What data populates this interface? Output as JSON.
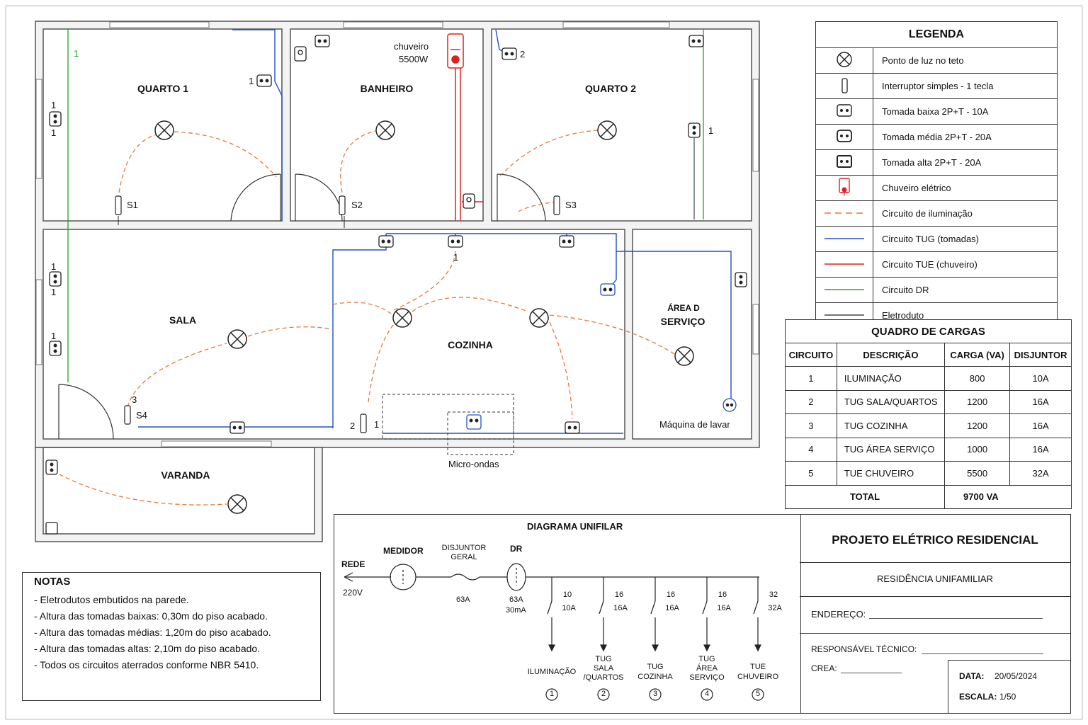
{
  "rooms": {
    "quarto1": "QUARTO 1",
    "banheiro": "BANHEIRO",
    "quarto2": "QUARTO 2",
    "sala": "SALA",
    "cozinha": "COZINHA",
    "servico_top": "ÁREA D",
    "servico": "SERVIÇO",
    "varanda": "VARANDA"
  },
  "plan_labels": {
    "chuveiro": "chuveiro",
    "chuveiro_power": "5500W",
    "maquina": "Máquina de lavar",
    "micro": "Micro-ondas",
    "s1": "S1",
    "s2": "S2",
    "s3": "S3",
    "s4": "S4",
    "one": "1",
    "two": "2",
    "three": "3"
  },
  "legend": {
    "title": "LEGENDA",
    "items": [
      {
        "symbol": "ceiling-light-icon",
        "label": "Ponto de luz no teto"
      },
      {
        "symbol": "switch-icon",
        "label": "Interruptor simples - 1 tecla"
      },
      {
        "symbol": "outlet-low-icon",
        "label": "Tomada baixa 2P+T - 10A"
      },
      {
        "symbol": "outlet-mid-icon",
        "label": "Tomada média 2P+T - 20A"
      },
      {
        "symbol": "outlet-high-icon",
        "label": "Tomada alta 2P+T - 20A"
      },
      {
        "symbol": "shower-icon",
        "label": "Chuveiro elétrico"
      },
      {
        "symbol": "dashed-orange-line",
        "label": "Circuito de iluminação"
      },
      {
        "symbol": "blue-line",
        "label": "Circuito TUG (tomadas)"
      },
      {
        "symbol": "red-line",
        "label": "Circuito TUE (chuveiro)"
      },
      {
        "symbol": "green-line",
        "label": "Circuito DR"
      },
      {
        "symbol": "black-line",
        "label": "Eletroduto"
      }
    ]
  },
  "loads": {
    "title": "QUADRO DE CARGAS",
    "headers": [
      "CIRCUITO",
      "DESCRIÇÃO",
      "CARGA (VA)",
      "DISJUNTOR"
    ],
    "rows": [
      [
        "1",
        "ILUMINAÇÃO",
        "800",
        "10A"
      ],
      [
        "2",
        "TUG SALA/QUARTOS",
        "1200",
        "16A"
      ],
      [
        "3",
        "TUG COZINHA",
        "1200",
        "16A"
      ],
      [
        "4",
        "TUG ÁREA SERVIÇO",
        "1000",
        "16A"
      ],
      [
        "5",
        "TUE CHUVEIRO",
        "5500",
        "32A"
      ]
    ],
    "total_label": "TOTAL",
    "total_value": "9700 VA"
  },
  "notes": {
    "title": "NOTAS",
    "lines": [
      "- Eletrodutos embutidos na parede.",
      "- Altura das tomadas baixas: 0,30m do piso acabado.",
      "- Altura das tomadas médias: 1,20m do piso acabado.",
      "- Altura das tomadas altas: 2,10m do piso acabado.",
      "- Todos os circuitos aterrados conforme NBR 5410."
    ]
  },
  "unifilar": {
    "title": "DIAGRAMA UNIFILAR",
    "rede": "REDE",
    "rede_v": "220V",
    "medidor": "MEDIDOR",
    "disjuntor_geral": [
      "DISJUNTOR",
      "GERAL"
    ],
    "disjuntor_geral_val": "63A",
    "dr": "DR",
    "dr_val": [
      "63A",
      "30mA"
    ],
    "circuits": [
      {
        "num": "10",
        "amp": "10A",
        "label": [
          "ILUMINAÇÃO"
        ],
        "badge": "1"
      },
      {
        "num": "16",
        "amp": "16A",
        "label": [
          "TUG",
          "SALA",
          "/QUARTOS"
        ],
        "badge": "2"
      },
      {
        "num": "16",
        "amp": "16A",
        "label": [
          "TUG",
          "COZINHA"
        ],
        "badge": "3"
      },
      {
        "num": "16",
        "amp": "16A",
        "label": [
          "TUG",
          "ÁREA",
          "SERVIÇO"
        ],
        "badge": "4"
      },
      {
        "num": "32",
        "amp": "32A",
        "label": [
          "TUE",
          "CHUVEIRO"
        ],
        "badge": "5"
      }
    ]
  },
  "titleblock": {
    "title": "PROJETO ELÉTRICO RESIDENCIAL",
    "subtitle": "RESIDÊNCIA UNIFAMILIAR",
    "endereco": "ENDEREÇO:",
    "responsavel": "RESPONSÁVEL TÉCNICO:",
    "crea": "CREA:",
    "data_label": "DATA:",
    "data_value": "20/05/2024",
    "escala_label": "ESCALA:",
    "escala_value": "1/50"
  },
  "colors": {
    "lighting": "#e8763a",
    "tug": "#2050c8",
    "tue": "#e02020",
    "dr": "#2aa02a",
    "wall": "#555555"
  }
}
